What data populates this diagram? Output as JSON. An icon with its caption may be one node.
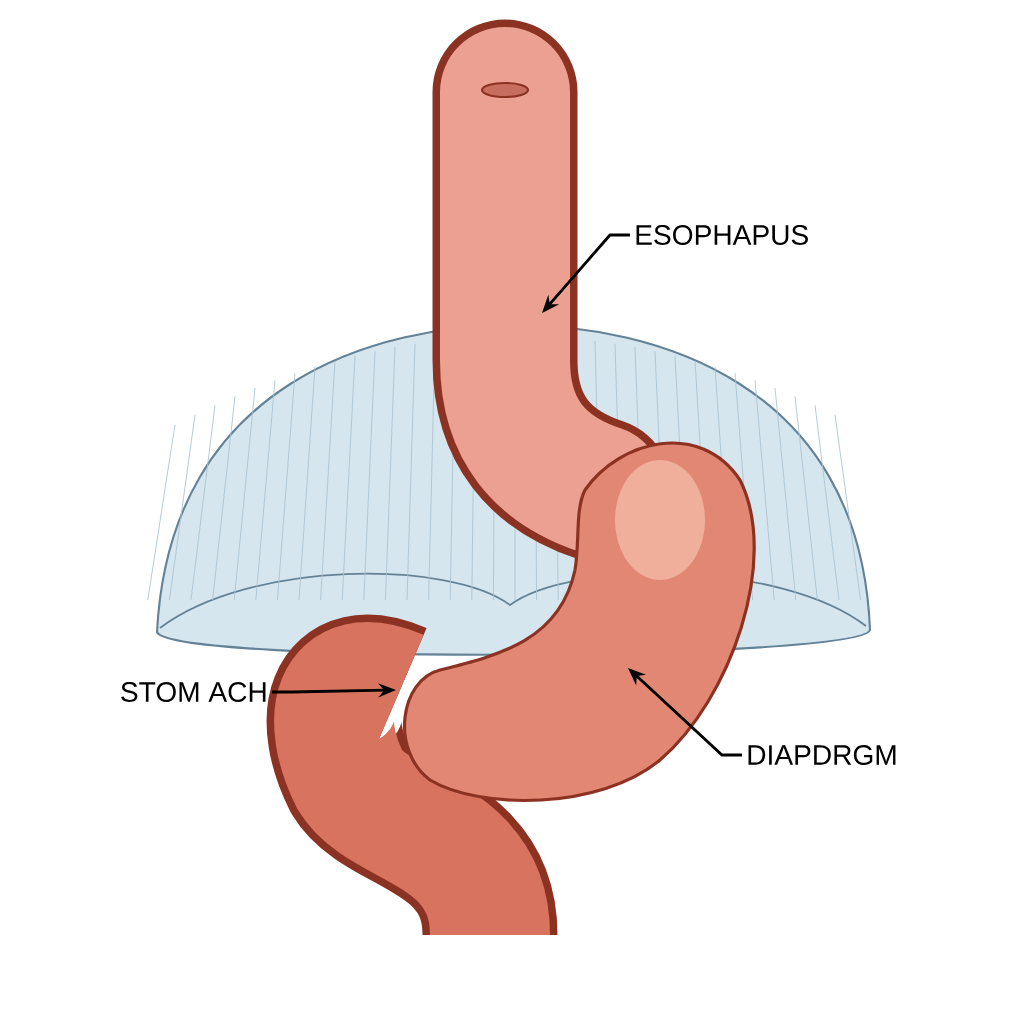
{
  "diagram": {
    "nodes": [
      {
        "text": [
          "ESOPHAPUS"
        ]
      },
      {
        "text": [
          "STOM ACH"
        ]
      },
      {
        "text": [
          "DIAPDRGM"
        ]
      }
    ],
    "edges": [
      {
        "from": 0,
        "to": null,
        "arrow": "to"
      },
      {
        "from": 1,
        "to": null,
        "arrow": "to"
      },
      {
        "from": 2,
        "to": null,
        "arrow": "to"
      }
    ]
  }
}
